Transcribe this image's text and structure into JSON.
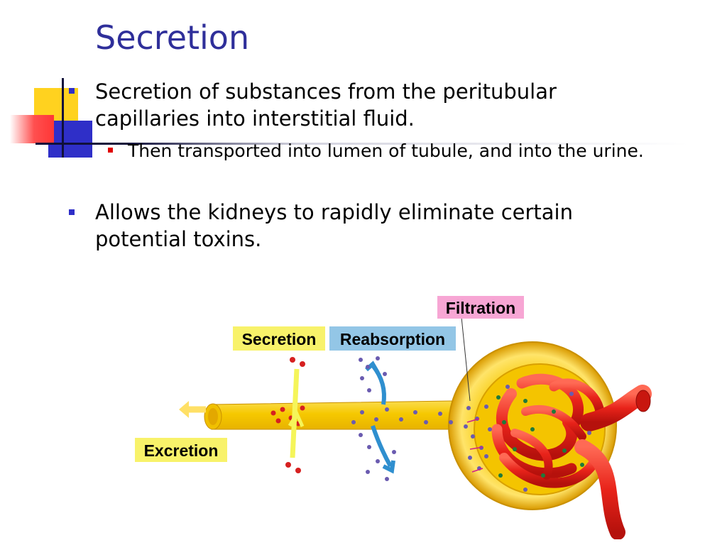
{
  "slide": {
    "title": "Secretion",
    "bullets": [
      {
        "level": 1,
        "text": "Secretion of substances from the peritubular capillaries into interstitial fluid."
      },
      {
        "level": 2,
        "text": "Then transported into lumen of tubule, and into the urine."
      },
      {
        "level": 1,
        "text": "Allows the kidneys to rapidly eliminate certain potential toxins."
      }
    ]
  },
  "diagram": {
    "labels": {
      "filtration": "Filtration",
      "secretion": "Secretion",
      "reabsorption": "Reabsorption",
      "excretion": "Excretion"
    }
  },
  "colors": {
    "title": "#2f2f9a",
    "bullet_l1": "#2f2fc8",
    "bullet_l2": "#e00000",
    "tubule": "#f5c400",
    "capillary": "#e8231a",
    "filtration_label_bg": "#f7a6d4",
    "secretion_label_bg": "#f8f26a",
    "reabsorption_label_bg": "#93c6e6",
    "excretion_label_bg": "#f8f26a"
  }
}
